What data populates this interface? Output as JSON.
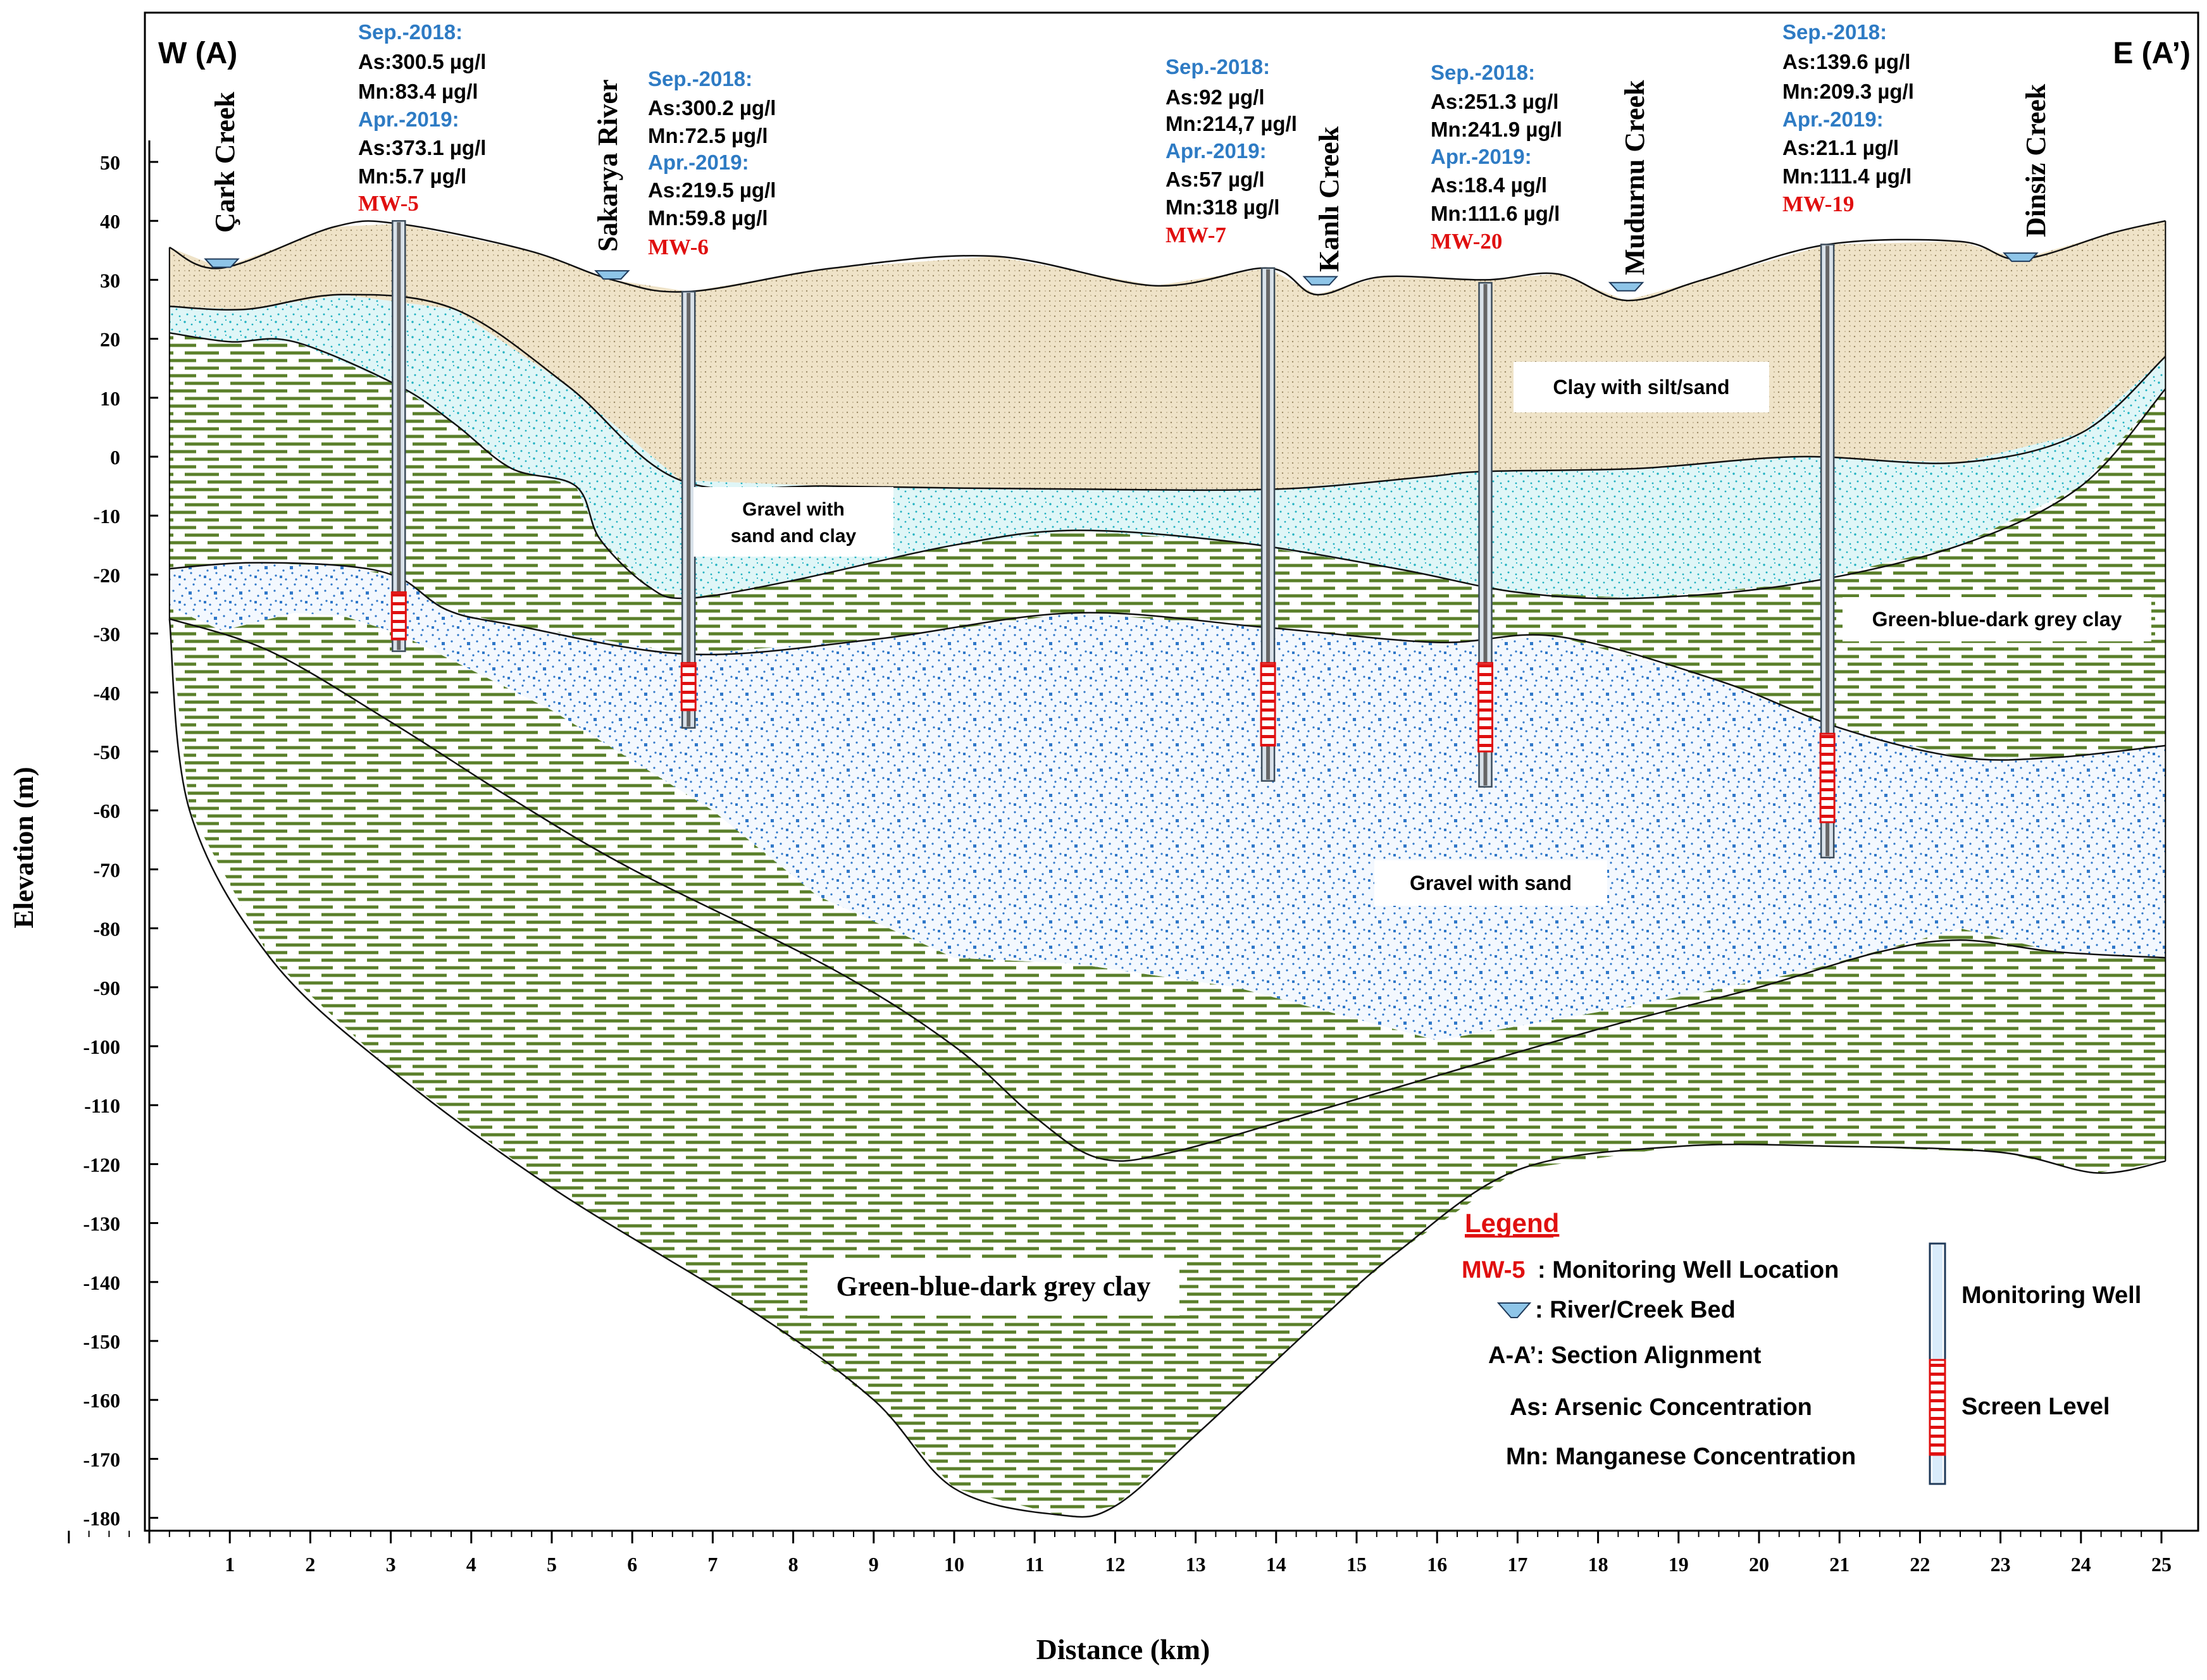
{
  "section": {
    "west_label": "W (A)",
    "east_label": "E (A’)",
    "x_axis_title": "Distance (km)",
    "y_axis_title": "Elevation (m)",
    "x_ticks": [
      "1",
      "2",
      "3",
      "4",
      "5",
      "6",
      "7",
      "8",
      "9",
      "10",
      "11",
      "12",
      "13",
      "14",
      "15",
      "16",
      "17",
      "18",
      "19",
      "20",
      "21",
      "22",
      "23",
      "24",
      "25"
    ],
    "y_ticks": [
      "50",
      "40",
      "30",
      "20",
      "10",
      "0",
      "-10",
      "-20",
      "-30",
      "-40",
      "-50",
      "-60",
      "-70",
      "-80",
      "-90",
      "-100",
      "-110",
      "-120",
      "-130",
      "-140",
      "-150",
      "-160",
      "-170",
      "-180"
    ],
    "x_range_km": [
      -1,
      25
    ],
    "y_range_m": [
      -182,
      54
    ]
  },
  "layers": [
    {
      "name": "Clay with silt/sand",
      "color": "#ede0c4"
    },
    {
      "name": "Gravel with sand and clay",
      "color": "#c2eef0"
    },
    {
      "name": "Green-blue-dark grey clay",
      "color": "#6b8f3a"
    },
    {
      "name": "Gravel with sand",
      "color": "#e2ecfa"
    },
    {
      "name": "Green-blue-dark grey clay",
      "color": "#6b8f3a"
    }
  ],
  "water_bodies": [
    {
      "name": "Çark Creek",
      "x_km": 0.9,
      "elev_m": 33
    },
    {
      "name": "Sakarya River",
      "x_km": 5.75,
      "elev_m": 31
    },
    {
      "name": "Kanlı Creek",
      "x_km": 14.55,
      "elev_m": 30
    },
    {
      "name": "Mudurnu Creek",
      "x_km": 18.35,
      "elev_m": 29
    },
    {
      "name": "Dinsiz Creek",
      "x_km": 23.25,
      "elev_m": 34
    }
  ],
  "wells": [
    {
      "id": "MW-5",
      "x_km": 3.1,
      "top_m": 40,
      "bottom_m": -33,
      "screen_top_m": -23,
      "screen_bottom_m": -31,
      "sep_label": "Sep.-2018:",
      "sep_as": "As:300.5 µg/l",
      "sep_mn": "Mn:83.4 µg/l",
      "apr_label": "Apr.-2019:",
      "apr_as": "As:373.1 µg/l",
      "apr_mn": "Mn:5.7 µg/l"
    },
    {
      "id": "MW-6",
      "x_km": 6.7,
      "top_m": 28,
      "bottom_m": -46,
      "screen_top_m": -35,
      "screen_bottom_m": -43,
      "sep_label": "Sep.-2018:",
      "sep_as": "As:300.2 µg/l",
      "sep_mn": "Mn:72.5 µg/l",
      "apr_label": "Apr.-2019:",
      "apr_as": "As:219.5 µg/l",
      "apr_mn": "Mn:59.8 µg/l"
    },
    {
      "id": "MW-7",
      "x_km": 13.9,
      "top_m": 32,
      "bottom_m": -55,
      "screen_top_m": -35,
      "screen_bottom_m": -49,
      "sep_label": "Sep.-2018:",
      "sep_as": "As:92 µg/l",
      "sep_mn": "Mn:214,7 µg/l",
      "apr_label": "Apr.-2019:",
      "apr_as": "As:57 µg/l",
      "apr_mn": "Mn:318 µg/l"
    },
    {
      "id": "MW-20",
      "x_km": 16.6,
      "top_m": 29.5,
      "bottom_m": -56,
      "screen_top_m": -35,
      "screen_bottom_m": -50,
      "sep_label": "Sep.-2018:",
      "sep_as": "As:251.3 µg/l",
      "sep_mn": "Mn:241.9 µg/l",
      "apr_label": "Apr.-2019:",
      "apr_as": "As:18.4 µg/l",
      "apr_mn": "Mn:111.6 µg/l"
    },
    {
      "id": "MW-19",
      "x_km": 20.85,
      "top_m": 36,
      "bottom_m": -68,
      "screen_top_m": -47,
      "screen_bottom_m": -62,
      "sep_label": "Sep.-2018:",
      "sep_as": "As:139.6 µg/l",
      "sep_mn": "Mn:209.3 µg/l",
      "apr_label": "Apr.-2019:",
      "apr_as": "As:21.1 µg/l",
      "apr_mn": "Mn:111.4 µg/l"
    }
  ],
  "labels": {
    "clay_silt_sand": "Clay with silt/sand",
    "gravel_sand_clay_line1": "Gravel with",
    "gravel_sand_clay_line2": "sand and clay",
    "green_clay_upper": "Green-blue-dark grey clay",
    "gravel_sand": "Gravel with sand",
    "green_clay_lower": "Green-blue-dark grey clay"
  },
  "legend": {
    "title": "Legend",
    "well_code": "MW-5",
    "well_location": ": Monitoring Well Location",
    "river_bed": ": River/Creek Bed",
    "section_alignment": "A-A’: Section Alignment",
    "arsenic": "As: Arsenic Concentration",
    "manganese": "Mn: Manganese Concentration",
    "monitoring_well": "Monitoring Well",
    "screen_level": "Screen Level"
  },
  "colors": {
    "sep_label": "#2e7bc4",
    "apr_label": "#2e7bc4",
    "well_id": "#e01010",
    "legend_title": "#e01010",
    "screen": "#e01010",
    "water": "#8ec5e8"
  }
}
